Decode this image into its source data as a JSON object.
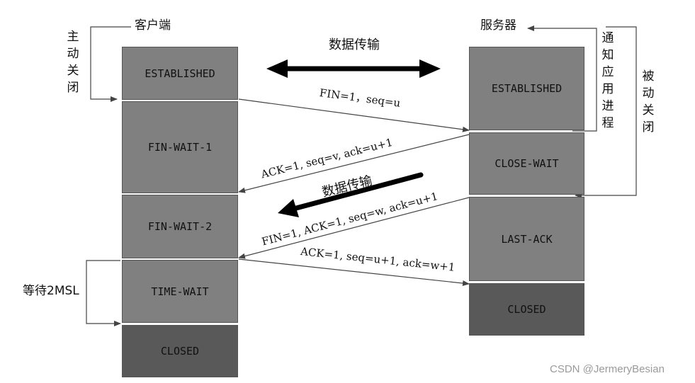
{
  "client": {
    "title": "客户端",
    "states": [
      "ESTABLISHED",
      "FIN-WAIT-1",
      "FIN-WAIT-2",
      "TIME-WAIT",
      "CLOSED"
    ]
  },
  "server": {
    "title": "服务器",
    "states": [
      "ESTABLISHED",
      "CLOSE-WAIT",
      "LAST-ACK",
      "CLOSED"
    ]
  },
  "labels": {
    "active_close": "主动关闭",
    "passive_close": "被动关闭",
    "notify_app": "通知应用进程",
    "wait_2msl": "等待2MSL",
    "data_transfer_top": "数据传输",
    "data_transfer_mid": "数据传输"
  },
  "messages": [
    "FIN=1，seq=u",
    "ACK=1, seq=v, ack=u+1",
    "FIN=1, ACK=1, seq=w, ack=u+1",
    "ACK=1, seq=u+1, ack=w+1"
  ],
  "watermark": "CSDN @JermeryBesian",
  "colors": {
    "state_fill": "#808080",
    "closed_fill": "#595959",
    "line": "#444444"
  }
}
